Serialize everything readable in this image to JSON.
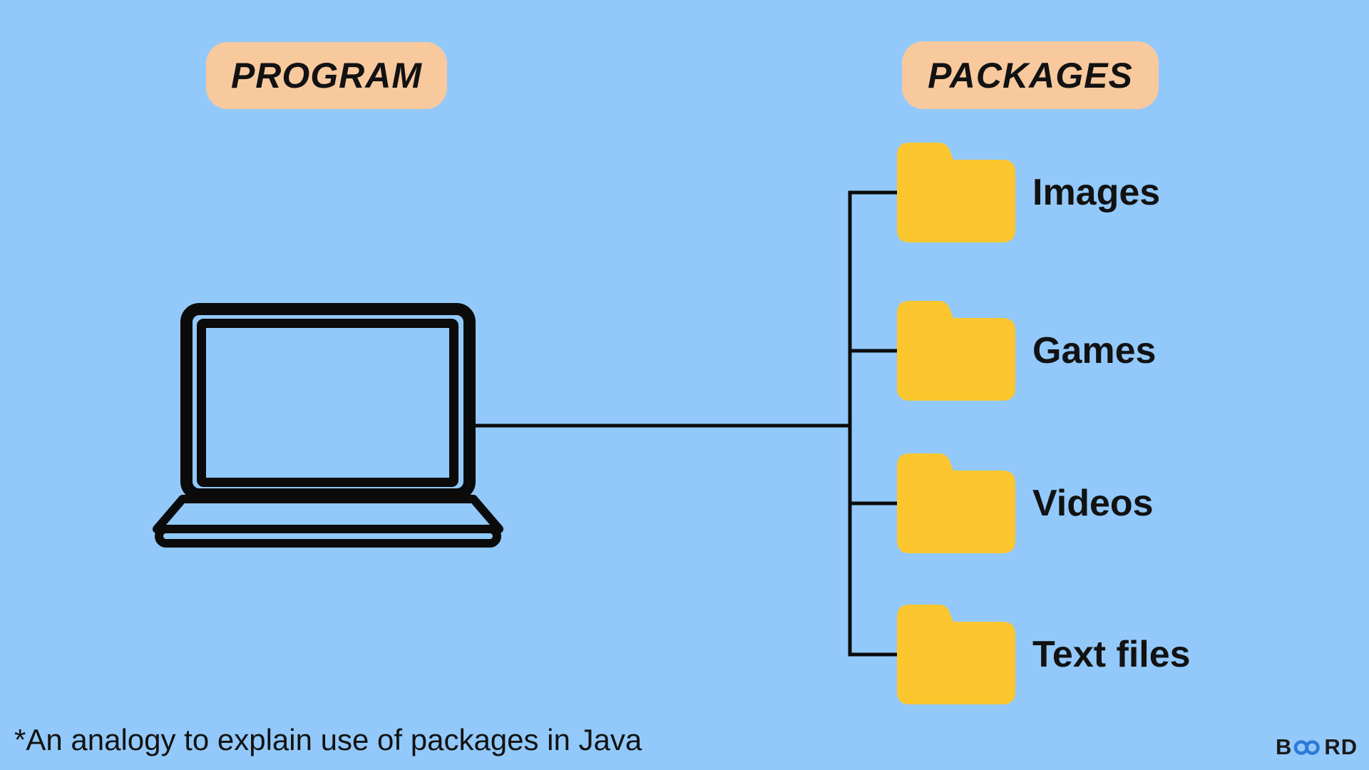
{
  "colors": {
    "background": "#92C9FA",
    "pill": "#F9C99E",
    "folder": "#FCC62F",
    "line": "#0B0B0B",
    "text": "#121212",
    "logo_blue": "#2E79D5",
    "logo_dark": "#1A1A1A"
  },
  "headings": {
    "program": "PROGRAM",
    "packages": "PACKAGES"
  },
  "packages": {
    "folders": [
      {
        "label": "Images"
      },
      {
        "label": "Games"
      },
      {
        "label": "Videos"
      },
      {
        "label": "Text files"
      }
    ]
  },
  "footnote": {
    "text": "*An analogy to explain use of packages in Java"
  },
  "logo": {
    "prefix": "B",
    "suffix": "RD"
  }
}
